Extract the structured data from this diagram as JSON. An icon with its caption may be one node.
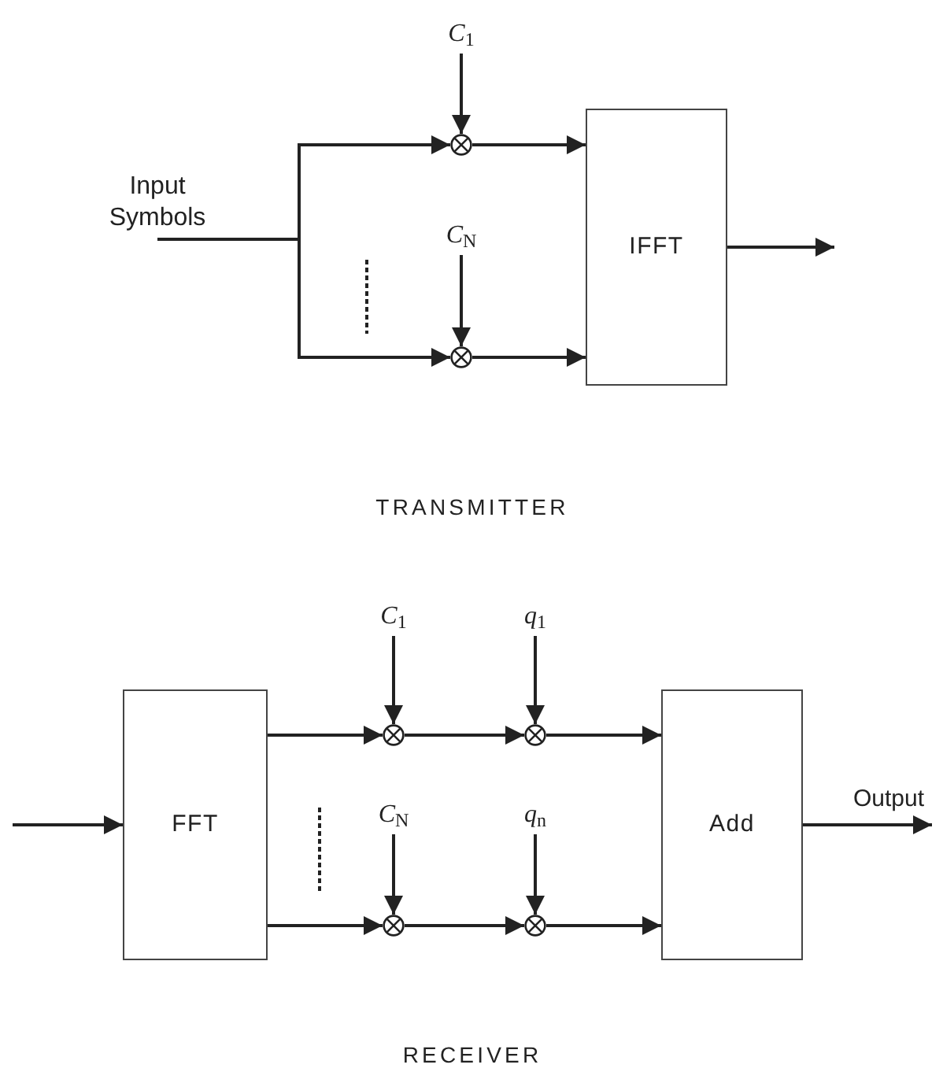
{
  "diagram": {
    "nodes": [
      {
        "text": [
          "Input Symbols"
        ]
      },
      {
        "text": [
          "*C*$_{1}$"
        ]
      },
      {
        "text": [
          "*C*$_{N}$"
        ]
      },
      {
        "text": [],
        "shape": "circle"
      },
      {
        "text": [],
        "shape": "circle"
      },
      {
        "text": [
          "IFFT"
        ]
      },
      {
        "text": [
          "FFT"
        ]
      },
      {
        "text": [
          "*C*$_{1}$"
        ]
      },
      {
        "text": [
          "*q*$_{1}$"
        ]
      },
      {
        "text": [
          "*C*$_{N}$"
        ]
      },
      {
        "text": [
          "*q*$_{n}$"
        ]
      },
      {
        "text": [],
        "shape": "circle"
      },
      {
        "text": [],
        "shape": "circle"
      },
      {
        "text": [],
        "shape": "circle"
      },
      {
        "text": [],
        "shape": "circle"
      },
      {
        "text": [
          "Add"
        ]
      }
    ],
    "edges": [
      {
        "from": 0,
        "to": 3,
        "arrow": "to"
      },
      {
        "from": 0,
        "to": 4,
        "arrow": "to"
      },
      {
        "from": 1,
        "to": 3,
        "arrow": "to"
      },
      {
        "from": 2,
        "to": 4,
        "arrow": "to"
      },
      {
        "from": 3,
        "to": 5,
        "arrow": "to"
      },
      {
        "from": 4,
        "to": 5,
        "arrow": "to"
      },
      {
        "from": 5,
        "to": null,
        "arrow": "to"
      },
      {
        "from": null,
        "to": 6,
        "arrow": "to"
      },
      {
        "from": 6,
        "to": 11,
        "arrow": "to"
      },
      {
        "from": 6,
        "to": 13,
        "arrow": "to"
      },
      {
        "from": 7,
        "to": 11,
        "arrow": "to"
      },
      {
        "from": 8,
        "to": 12,
        "arrow": "to"
      },
      {
        "from": 9,
        "to": 13,
        "arrow": "to"
      },
      {
        "from": 10,
        "to": 14,
        "arrow": "to"
      },
      {
        "from": 11,
        "to": 12,
        "arrow": "to"
      },
      {
        "from": 13,
        "to": 14,
        "arrow": "to"
      },
      {
        "from": 12,
        "to": 15,
        "arrow": "to"
      },
      {
        "from": 14,
        "to": 15,
        "arrow": "to"
      },
      {
        "from": 15,
        "to": null,
        "arrow": "to",
        "label": "Output"
      }
    ],
    "labels": [
      "TRANSMITTER",
      "RECEIVER"
    ]
  }
}
